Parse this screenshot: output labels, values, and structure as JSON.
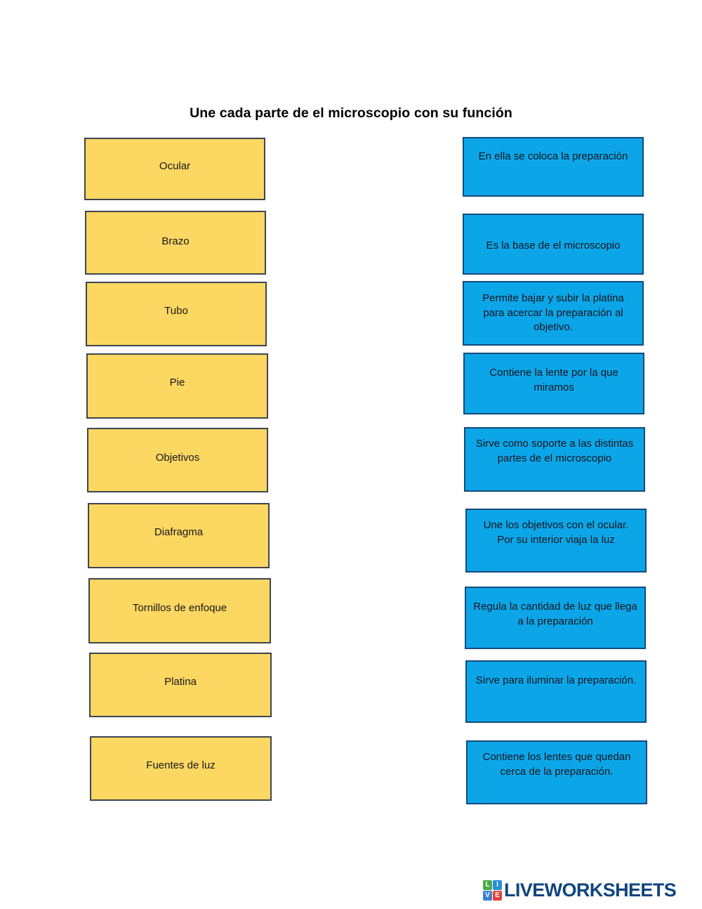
{
  "worksheet": {
    "title": "Une cada parte de el microscopio con su función",
    "colors": {
      "term_fill": "#fcd761",
      "term_border": "#3c4650",
      "definition_fill": "#0ca6e8",
      "definition_border": "#134a7c",
      "page_background": "#ffffff",
      "title_text": "#000000"
    },
    "terms": [
      {
        "label": "Ocular"
      },
      {
        "label": "Brazo"
      },
      {
        "label": "Tubo"
      },
      {
        "label": "Pie"
      },
      {
        "label": "Objetivos"
      },
      {
        "label": "Diafragma"
      },
      {
        "label": "Tornillos de enfoque"
      },
      {
        "label": "Platina"
      },
      {
        "label": "Fuentes de luz"
      }
    ],
    "definitions": [
      {
        "label": "En ella se coloca la preparación"
      },
      {
        "label": "Es la base de el microscopio"
      },
      {
        "label": "Permite bajar y subir la platina para acercar la preparación al objetivo."
      },
      {
        "label": "Contiene la lente por la que miramos"
      },
      {
        "label": "Sirve como soporte a las distintas  partes de el microscopio"
      },
      {
        "label": "Une los objetivos con el ocular. Por su interior viaja la luz"
      },
      {
        "label": "Regula la cantidad de luz que llega a la preparación"
      },
      {
        "label": "Sirve para iluminar la preparación."
      },
      {
        "label": "Contiene los lentes que quedan cerca de la preparación."
      }
    ]
  },
  "footer": {
    "logo": {
      "tiles": [
        "L",
        "I",
        "V",
        "E"
      ],
      "wordmark": "LIVEWORKSHEETS",
      "wordmark_color": "#12457e"
    }
  }
}
